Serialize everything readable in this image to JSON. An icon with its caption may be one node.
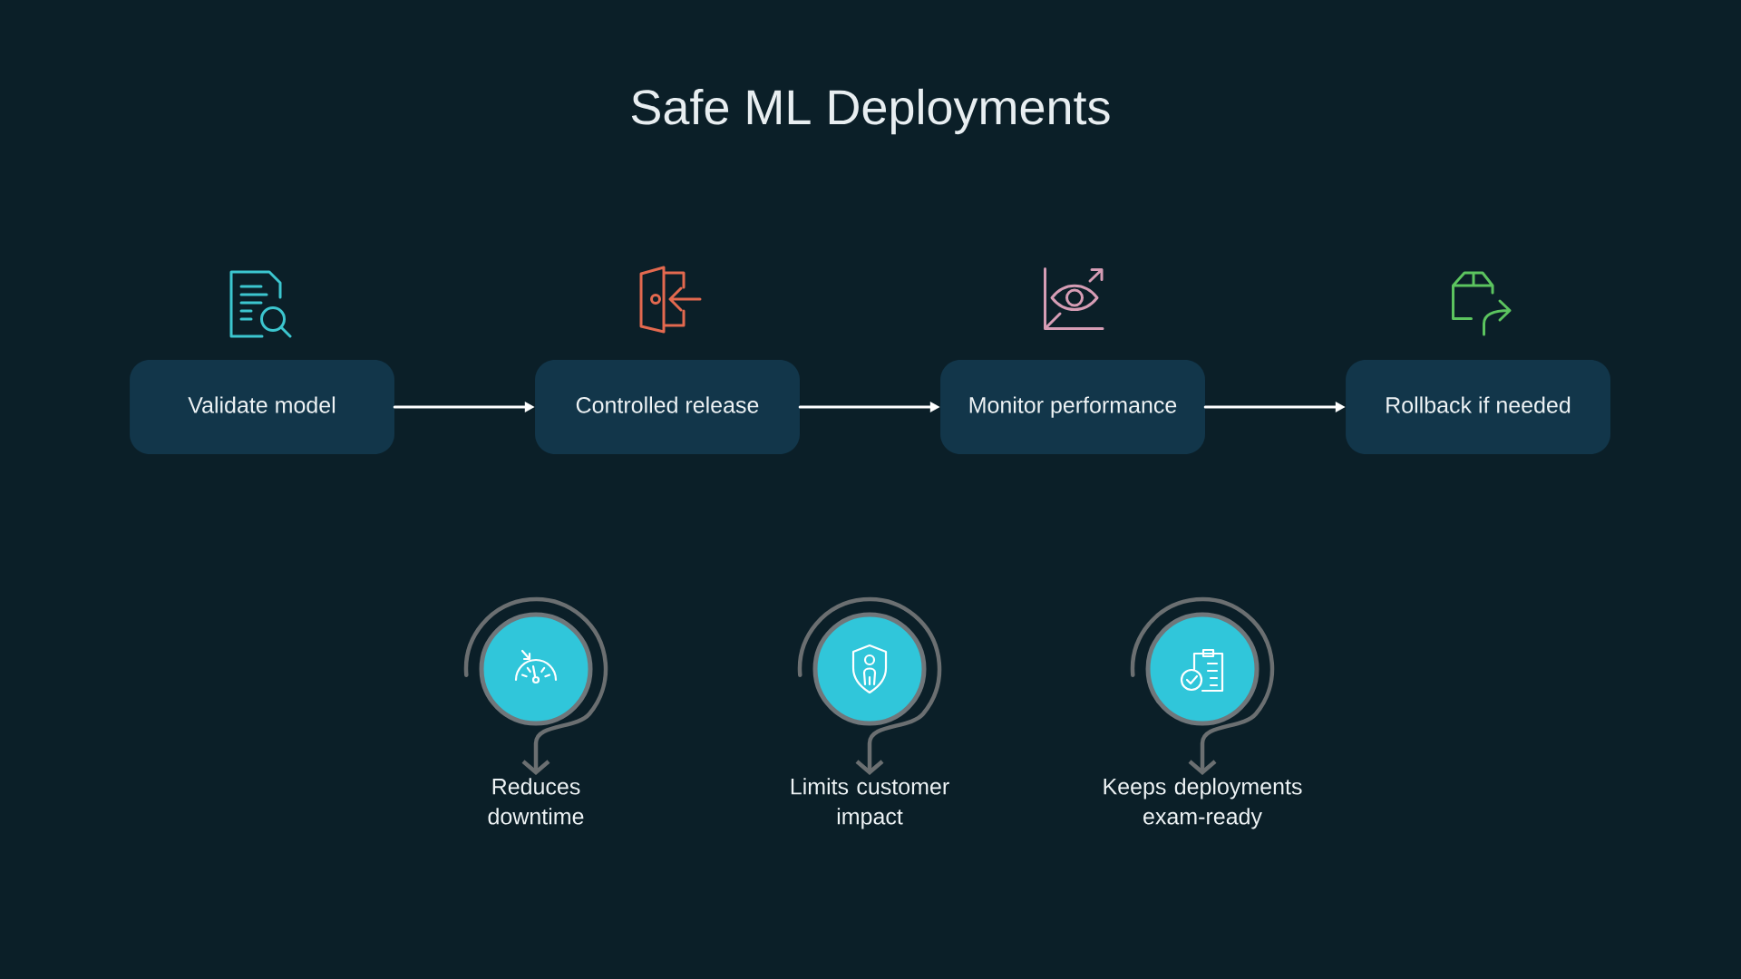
{
  "diagram": {
    "title": "Safe ML Deployments",
    "nodes": [
      {
        "text": [
          "Validate model"
        ]
      },
      {
        "text": [
          "Controlled release"
        ]
      },
      {
        "text": [
          "Monitor performance"
        ]
      },
      {
        "text": [
          "Rollback if needed"
        ]
      },
      {
        "text": [],
        "shape": "circle"
      },
      {
        "text": [],
        "shape": "circle"
      },
      {
        "text": [],
        "shape": "circle"
      },
      {
        "text": [
          "Reduces downtime"
        ]
      },
      {
        "text": [
          "Limits customer impact"
        ]
      },
      {
        "text": [
          "Keeps deployments exam-ready"
        ]
      }
    ],
    "edges": [
      {
        "from": 0,
        "to": 1,
        "arrow": "to"
      },
      {
        "from": 1,
        "to": 2,
        "arrow": "to"
      },
      {
        "from": 2,
        "to": 3,
        "arrow": "to"
      },
      {
        "from": 4,
        "to": 7,
        "arrow": "to",
        "color": "#6b6f71"
      },
      {
        "from": 5,
        "to": 8,
        "arrow": "to",
        "color": "#6b6f71"
      },
      {
        "from": 6,
        "to": 9,
        "arrow": "to",
        "color": "#6b6f71"
      }
    ]
  }
}
